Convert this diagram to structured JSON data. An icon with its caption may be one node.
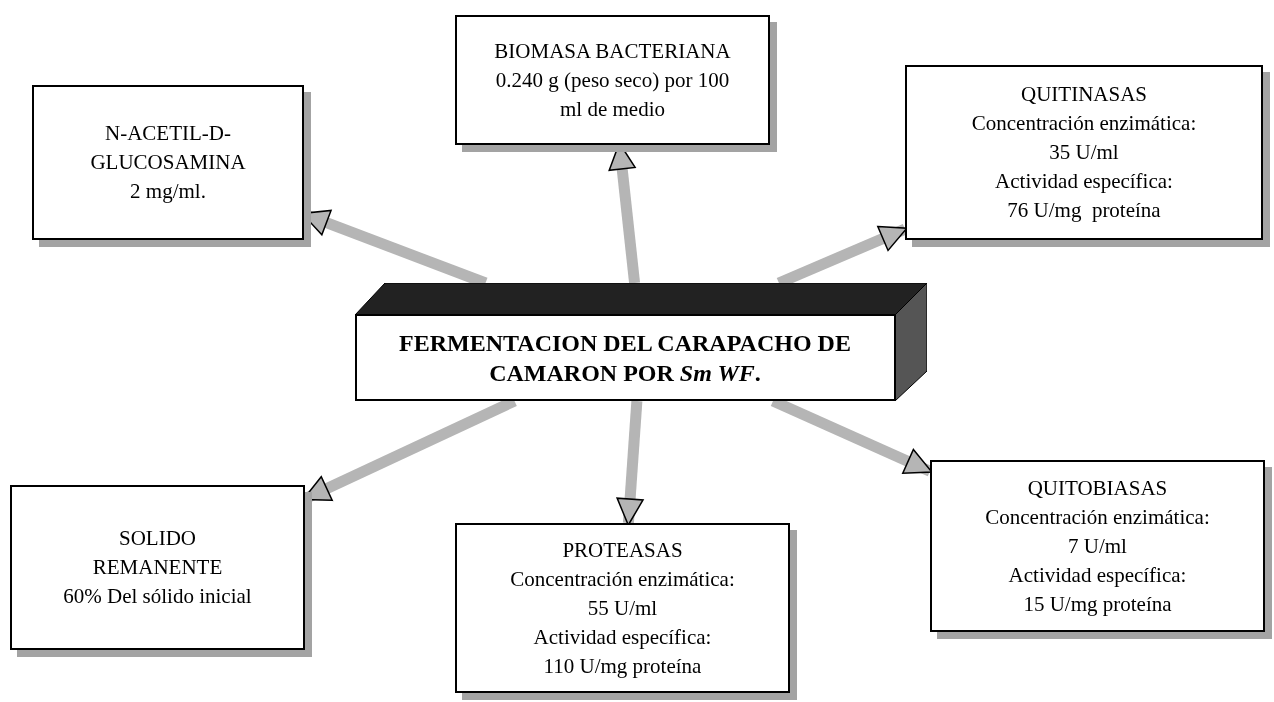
{
  "diagram": {
    "nodes": [
      {
        "text": [
          "FERMENTACION DEL CARAPACHO DE CAMARON POR *Sm WF*."
        ]
      },
      {
        "text": [
          "N-ACETIL-D-GLUCOSAMINA",
          "2 mg/ml."
        ]
      },
      {
        "text": [
          "BIOMASA BACTERIANA",
          "0.240 g (peso seco) por 100 ml de medio"
        ]
      },
      {
        "text": [
          "QUITINASAS",
          "Concentración enzimática:",
          "35 U/ml",
          "Actividad específica:",
          "76 U/mg  proteína"
        ]
      },
      {
        "text": [
          "SOLIDO REMANENTE",
          "60% Del sólido inicial"
        ]
      },
      {
        "text": [
          "PROTEASAS",
          "Concentración enzimática:",
          "55 U/ml",
          "Actividad específica:",
          "110 U/mg proteína"
        ]
      },
      {
        "text": [
          "QUITOBIASAS",
          "Concentración enzimática:",
          "7 U/ml",
          "Actividad específica:",
          "15 U/mg proteína"
        ]
      }
    ],
    "edges": [
      {
        "from": 0,
        "to": 1,
        "arrow": "to"
      },
      {
        "from": 0,
        "to": 2,
        "arrow": "to"
      },
      {
        "from": 0,
        "to": 3,
        "arrow": "to"
      },
      {
        "from": 0,
        "to": 4,
        "arrow": "to"
      },
      {
        "from": 0,
        "to": 5,
        "arrow": "to"
      },
      {
        "from": 0,
        "to": 6,
        "arrow": "to"
      }
    ]
  }
}
